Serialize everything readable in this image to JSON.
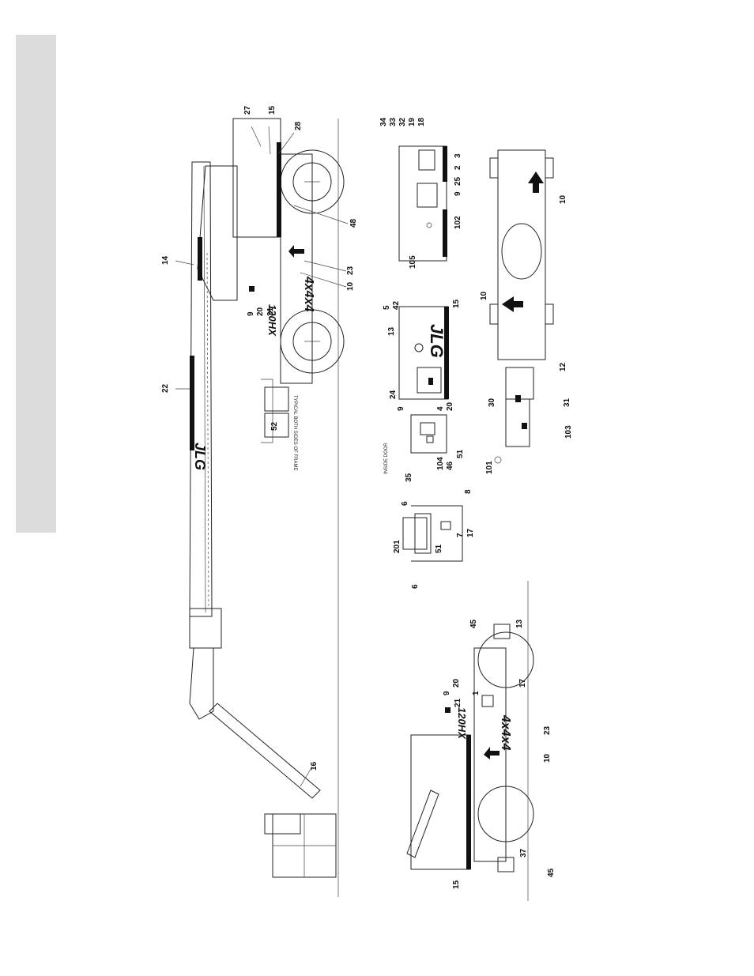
{
  "callouts": {
    "c27": "27",
    "c15a": "15",
    "c28": "28",
    "c14": "14",
    "c22": "22",
    "c48": "48",
    "c23a": "23",
    "c10a": "10",
    "c9a": "9",
    "c20a": "20",
    "c21a": "21",
    "c52": "52",
    "c16": "16",
    "c34": "34",
    "c33": "33",
    "c32": "32",
    "c19": "19",
    "c18": "18",
    "c3": "3",
    "c2": "2",
    "c25": "25",
    "c9b": "9",
    "c102": "102",
    "c105": "105",
    "c5": "5",
    "c42": "42",
    "c13a": "13",
    "c15b": "15",
    "c24": "24",
    "c9c": "9",
    "c4": "4",
    "c20b": "20",
    "c35": "35",
    "c104": "104",
    "c46": "46",
    "c51a": "51",
    "c10b": "10",
    "c10c": "10",
    "c12": "12",
    "c30": "30",
    "c31": "31",
    "c103": "103",
    "c101": "101",
    "c201": "201",
    "c6a": "6",
    "c6b": "6",
    "c8": "8",
    "c7": "7",
    "c17a": "17",
    "c51b": "51",
    "c45a": "45",
    "c13b": "13",
    "c9d": "9",
    "c20c": "20",
    "c21b": "21",
    "c1": "1",
    "c17b": "17",
    "c23b": "23",
    "c10d": "10",
    "c15c": "15",
    "c37": "37",
    "c45b": "45"
  },
  "labels": {
    "inside_door": "INSIDE DOOR",
    "model_a": "120HX",
    "model_b": "120HX",
    "drive_a": "4x4x4",
    "drive_b": "4x4x4",
    "brand": "JLG",
    "boom_brand": "JLG",
    "control_note": "TYPICAL BOTH SIDES OF FRAME"
  },
  "colors": {
    "ink": "#111111",
    "tab": "#dcdcdc"
  }
}
